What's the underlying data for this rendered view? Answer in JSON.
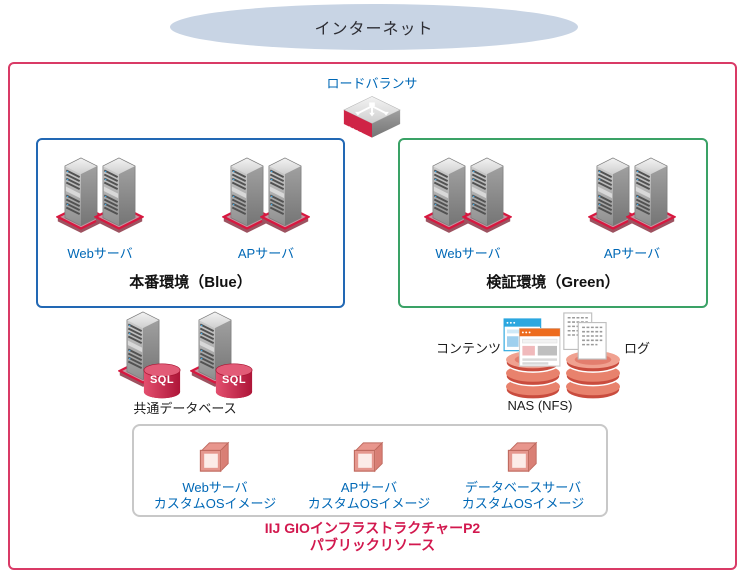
{
  "internet": {
    "label": "インターネット"
  },
  "load_balancer": {
    "label": "ロードバランサ"
  },
  "environments": [
    {
      "title": "本番環境（Blue）",
      "groups": [
        {
          "label": "Webサーバ"
        },
        {
          "label": "APサーバ"
        }
      ]
    },
    {
      "title": "検証環境（Green）",
      "groups": [
        {
          "label": "Webサーバ"
        },
        {
          "label": "APサーバ"
        }
      ]
    }
  ],
  "database": {
    "label": "共通データベース",
    "badge": "SQL"
  },
  "nas": {
    "content_label": "コンテンツ",
    "log_label": "ログ",
    "label": "NAS (NFS)"
  },
  "custom_images": {
    "items": [
      {
        "line1": "Webサーバ",
        "line2": "カスタムOSイメージ"
      },
      {
        "line1": "APサーバ",
        "line2": "カスタムOSイメージ"
      },
      {
        "line1": "データベースサーバ",
        "line2": "カスタムOSイメージ"
      }
    ]
  },
  "footer": {
    "line1": "IIJ GIOインフラストラクチャーP2",
    "line2": "パブリックリソース"
  },
  "colors": {
    "accent_red": "#ce1f47",
    "outer_border": "#d93a66",
    "blue_border": "#2268b4",
    "green_border": "#3aa266",
    "blue_text": "#0068b6",
    "footer_text": "#d2184e",
    "cloud_fill": "#c8d4e4"
  }
}
